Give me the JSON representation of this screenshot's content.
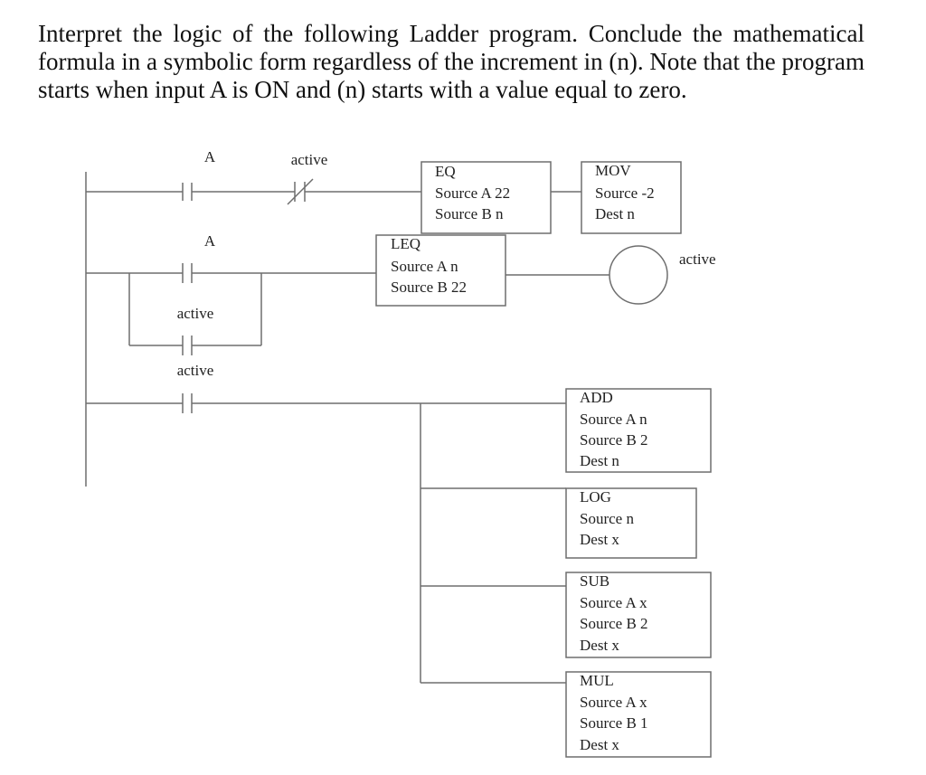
{
  "question": "Interpret the logic of the following Ladder program. Conclude the mathematical formula in a symbolic form regardless of the increment in (n). Note that the program starts when input A is ON and (n) starts with a value equal to zero.",
  "rung1": {
    "contact_a": "A",
    "contact_active_nc": "active",
    "eq": {
      "title": "EQ",
      "line1": "Source A 22",
      "line2": "Source B n"
    },
    "mov": {
      "title": "MOV",
      "line1": "Source -2",
      "line2": "Dest n"
    }
  },
  "rung2": {
    "contact_a": "A",
    "contact_active_seal": "active",
    "leq": {
      "title": "LEQ",
      "line1": "Source A n",
      "line2": "Source B 22"
    },
    "coil": "active"
  },
  "rung3": {
    "contact_active": "active",
    "add": {
      "title": "ADD",
      "line1": "Source A n",
      "line2": "Source B 2",
      "line3": "Dest n"
    },
    "log": {
      "title": "LOG",
      "line1": "Source n",
      "line2": "Dest x"
    },
    "sub": {
      "title": "SUB",
      "line1": "Source A x",
      "line2": "Source B 2",
      "line3": "Dest x"
    },
    "mul": {
      "title": "MUL",
      "line1": "Source A x",
      "line2": "Source B 1",
      "line3": "Dest x"
    }
  }
}
